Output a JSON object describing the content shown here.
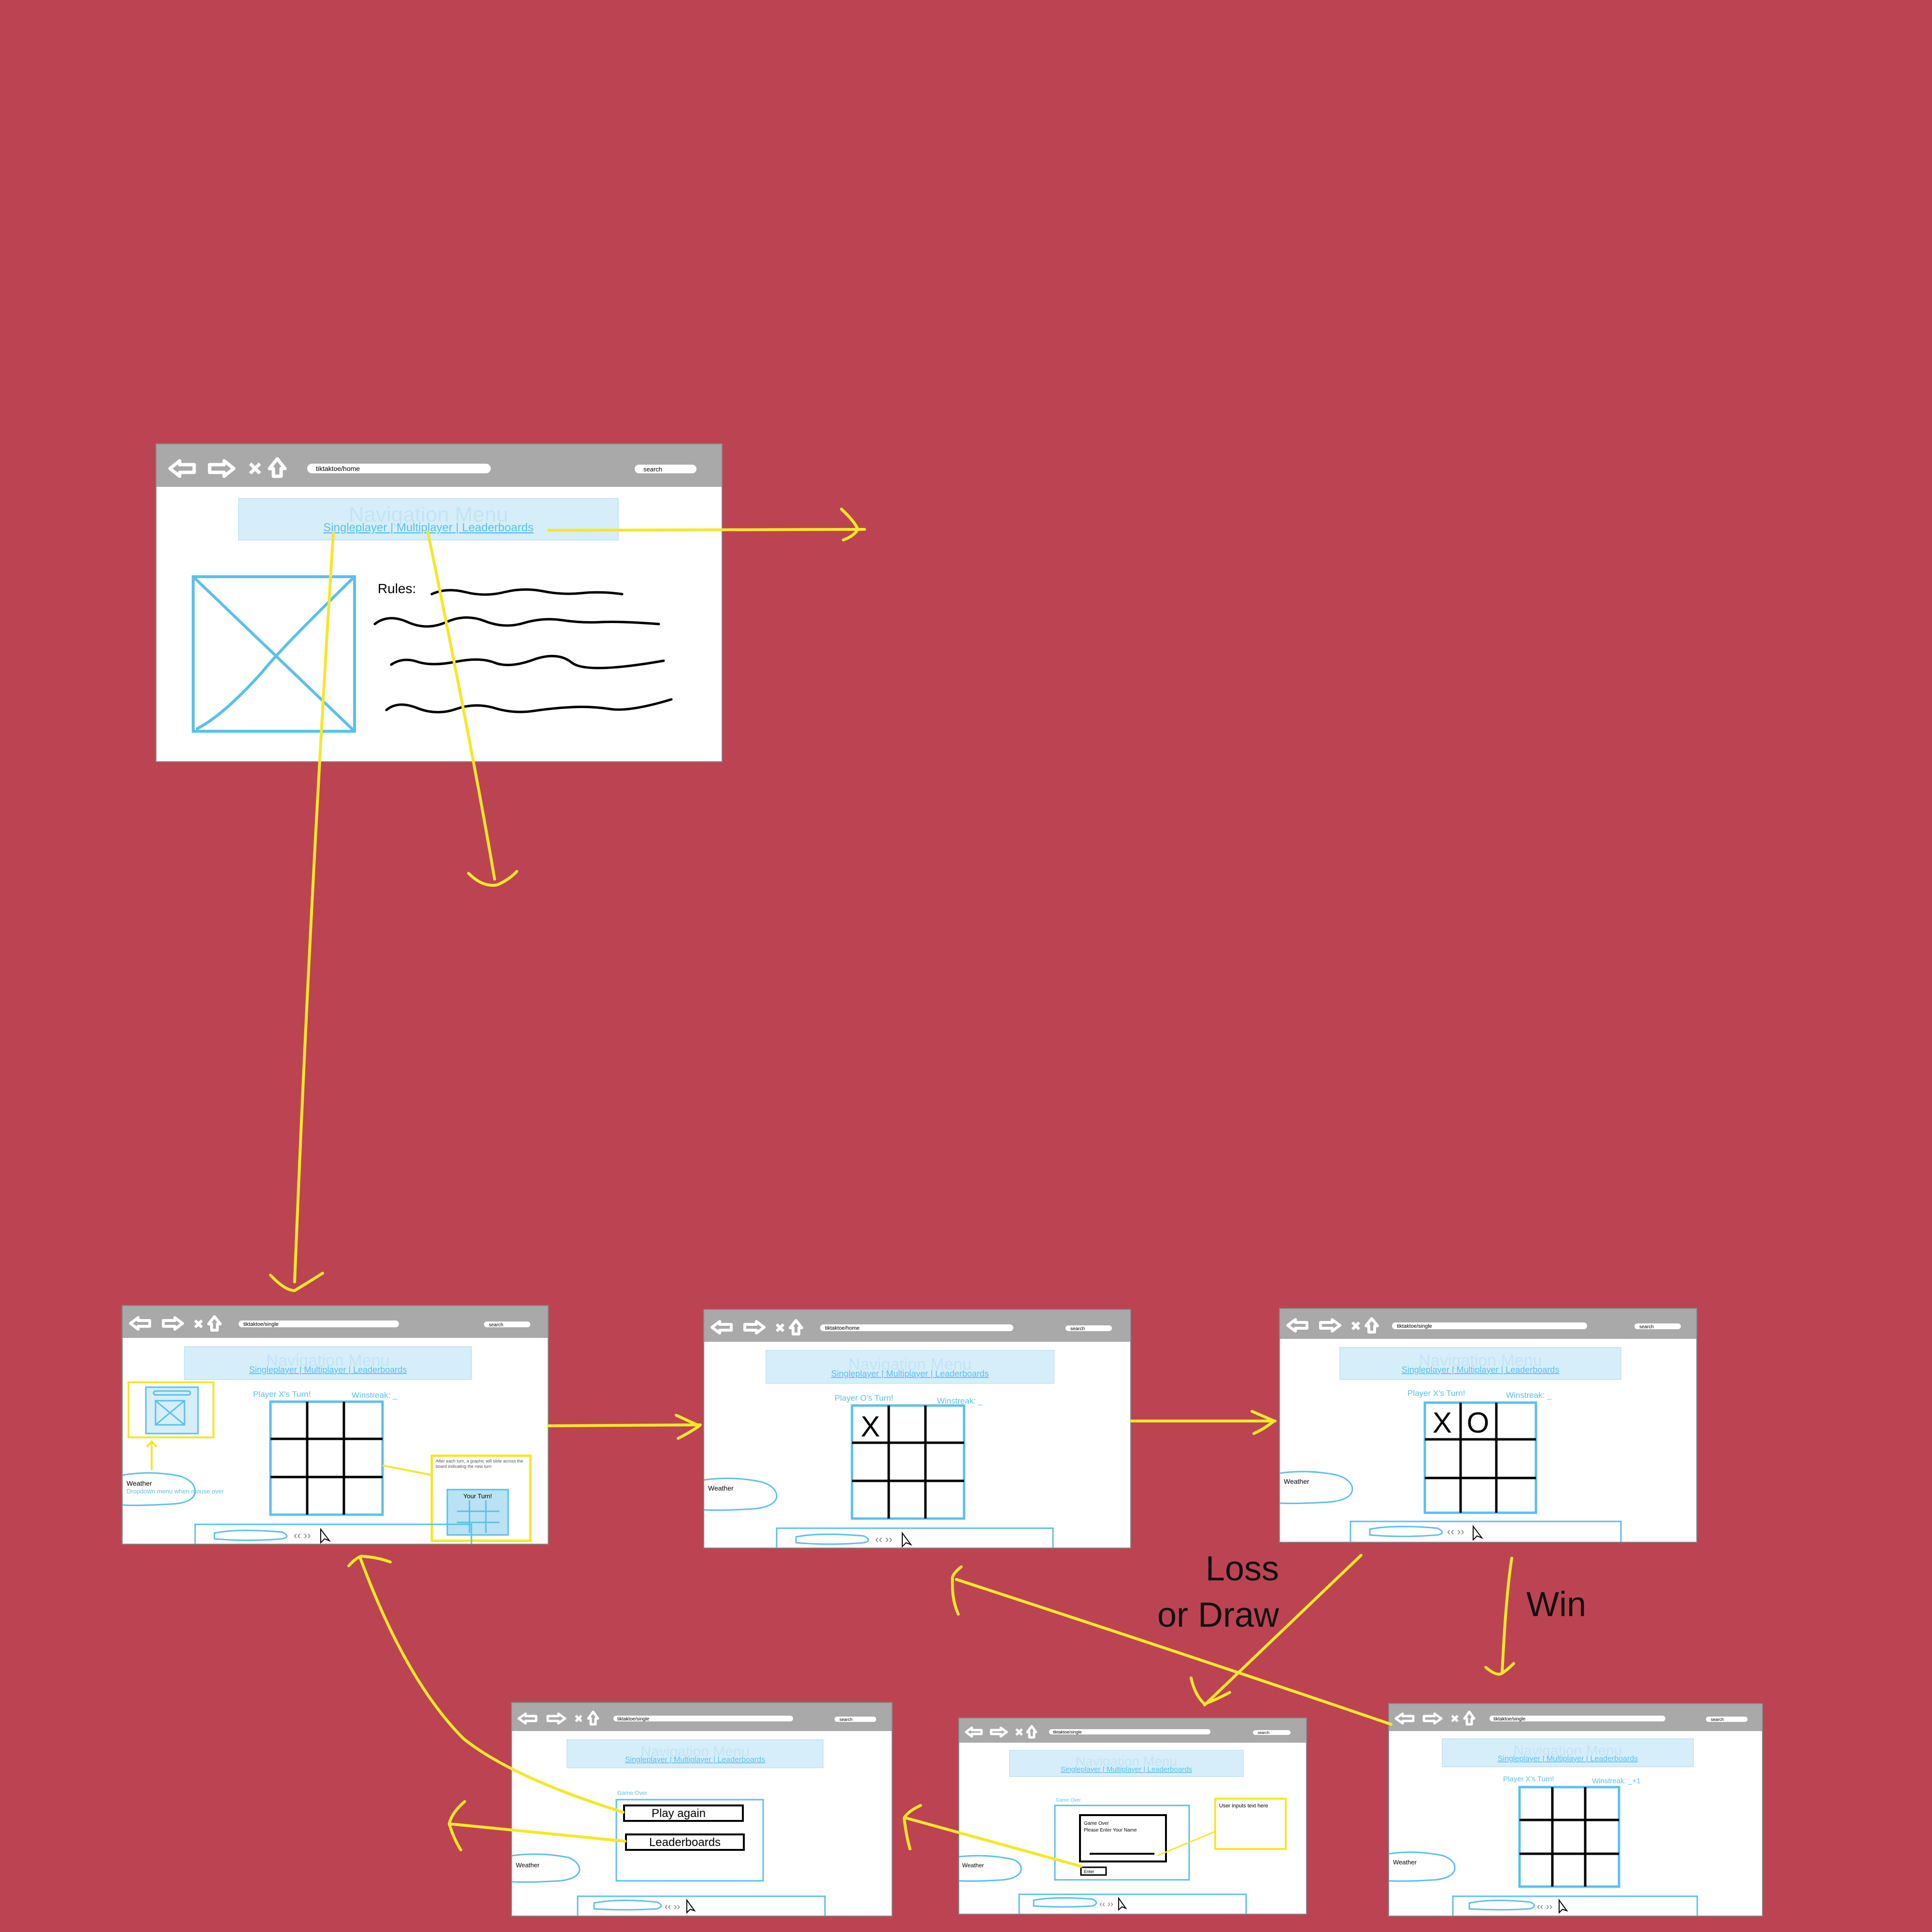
{
  "colors": {
    "background": "#bc4452",
    "wire": "#5bc0eb",
    "wire_fill": "#d6eef9",
    "arrow": "#f5e72a",
    "toolbar": "#a9a9a9",
    "ink": "#111111"
  },
  "icons": [
    "back-arrow-icon",
    "forward-arrow-icon",
    "close-x-icon",
    "home-icon",
    "cursor-icon"
  ],
  "home": {
    "url": "tiktaktoe/home",
    "search": "search",
    "nav_title": "Navigation Menu",
    "nav_links": "Singleplayer | Multiplayer | Leaderboards",
    "rules_label": "Rules:"
  },
  "single": {
    "url": "tiktaktoe/single",
    "search": "search",
    "nav_title": "Navigation Menu",
    "nav_links": "Singleplayer | Multiplayer | Leaderboards",
    "turn_label": "Player X's Turn!",
    "winstreak_label": "Winstreak: _",
    "weather_label": "Weather",
    "dropdown_note": "Dropdown menu when mouse over",
    "turn_note": "After each turn, a graphic will slide across the board indicating the new turn",
    "your_turn": "Your Turn!"
  },
  "screen2": {
    "url": "tiktaktoe/home",
    "search": "search",
    "nav_title": "Navigation Menu",
    "nav_links": "Singleplayer | Multiplayer | Leaderboards",
    "turn_label": "Player O's Turn!",
    "winstreak_label": "Winstreak: _",
    "weather_label": "Weather",
    "mark": "X"
  },
  "screen3": {
    "url": "tiktaktoe/single",
    "search": "search",
    "nav_title": "Navigation Menu",
    "nav_links": "Singleplayer | Multiplayer | Leaderboards",
    "turn_label": "Player X's Turn!",
    "winstreak_label": "Winstreak: _",
    "weather_label": "Weather",
    "mark1": "X",
    "mark2": "O"
  },
  "win_screen": {
    "url": "tiktaktoe/single",
    "search": "search",
    "nav_title": "Navigation Menu",
    "nav_links": "Singleplayer | Multiplayer | Leaderboards",
    "turn_label": "Player X's Turn!",
    "winstreak_label": "Winstreak: _+1",
    "weather_label": "Weather"
  },
  "gameover_screen": {
    "url": "tiktaktoe/single",
    "search": "search",
    "nav_title": "Navigation Menu",
    "nav_links": "Singleplayer | Multiplayer | Leaderboards",
    "box_title": "Game Over",
    "dialog_line1": "Game Over",
    "dialog_line2": "Please Enter Your Name",
    "enter_button": "Enter",
    "note": "User inputs text here",
    "weather_label": "Weather"
  },
  "playagain_screen": {
    "url": "tiktaktoe/single",
    "search": "search",
    "nav_title": "Navigation Menu",
    "nav_links": "Singleplayer | Multiplayer | Leaderboards",
    "box_title": "Game Over",
    "play_again": "Play again",
    "leaderboards": "Leaderboards",
    "weather_label": "Weather"
  },
  "flow_labels": {
    "loss_line1": "Loss",
    "loss_line2": "or Draw",
    "win": "Win"
  }
}
